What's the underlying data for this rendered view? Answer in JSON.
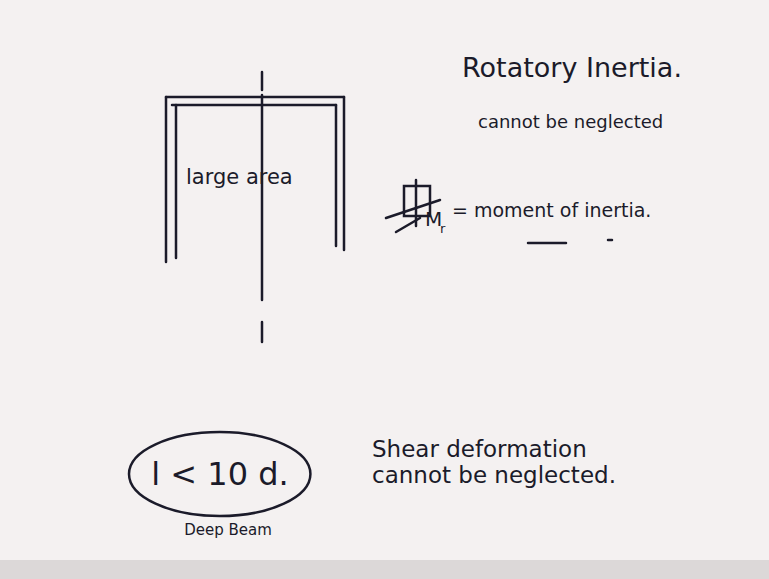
{
  "diagram": {
    "nodes": [
      {
        "text": [
          "l < 10 d.",
          "Deep Beam"
        ]
      }
    ],
    "labels": [
      "large area",
      "Rotatory Inertia.",
      "cannot be neglected",
      "M",
      "r",
      "= moment of inertia.",
      "Shear deformation cannot be neglected."
    ]
  }
}
